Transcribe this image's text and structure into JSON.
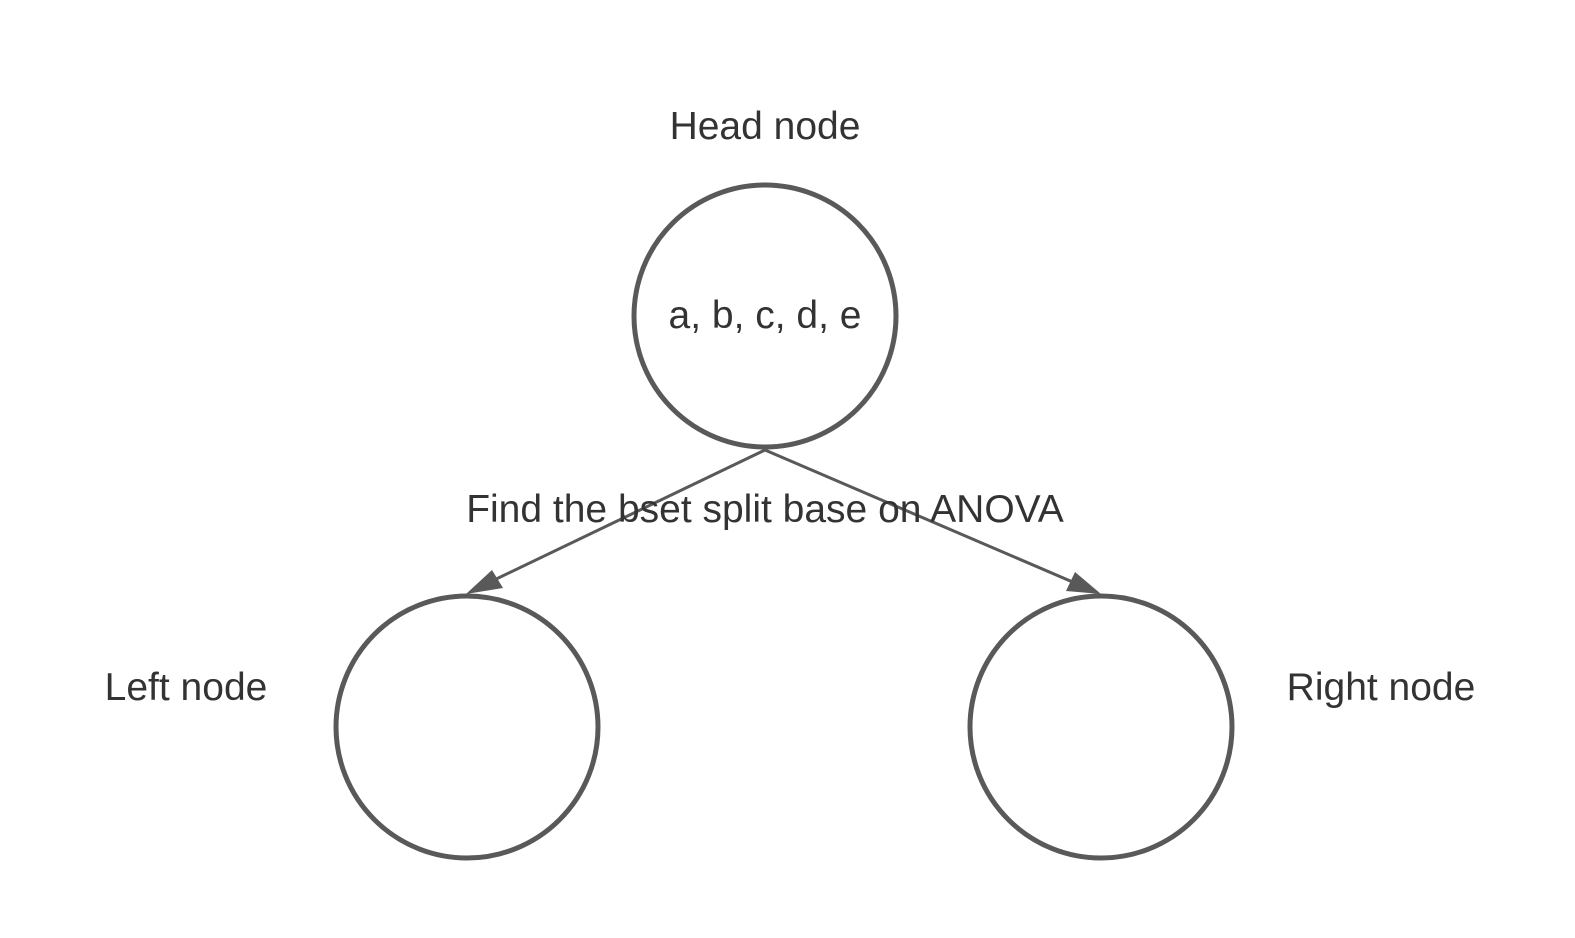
{
  "nodes": {
    "head": {
      "label": "Head node",
      "content": "a, b, c, d, e"
    },
    "left": {
      "label": "Left node"
    },
    "right": {
      "label": "Right node"
    }
  },
  "edge_label": "Find the bset split base on ANOVA",
  "colors": {
    "stroke": "#595959",
    "text": "#333333",
    "background": "#ffffff"
  }
}
